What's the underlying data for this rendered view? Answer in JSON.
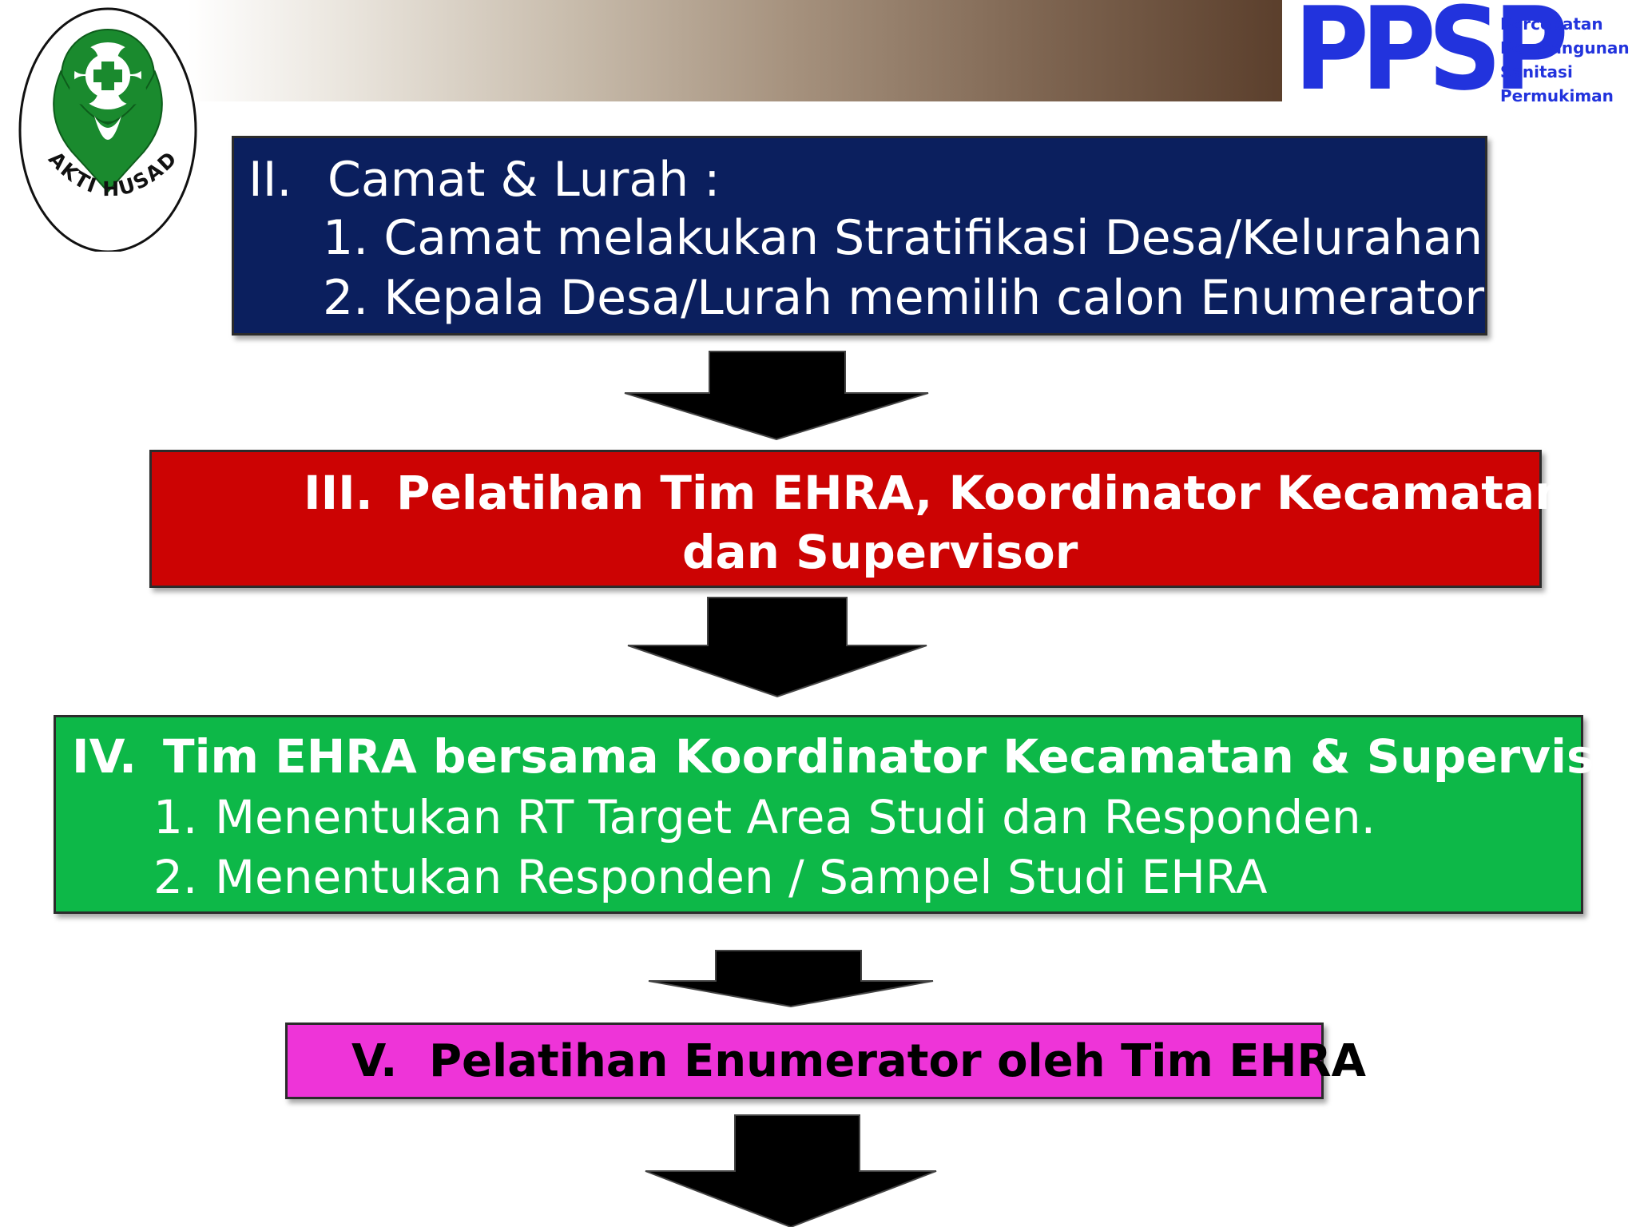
{
  "logos": {
    "left_text": "BAKTI HUSADA",
    "right_main": "PPSP",
    "right_lines": [
      "Percepatan",
      "Pembangunan",
      "Sanitasi",
      "Permukiman"
    ]
  },
  "steps": [
    {
      "numeral": "II.",
      "title": "Camat & Lurah :",
      "items": [
        "1. Camat melakukan Stratifikasi Desa/Kelurahan",
        "2. Kepala Desa/Lurah memilih calon Enumerator"
      ],
      "color": "#0b1f5e"
    },
    {
      "numeral": "III.",
      "title_line1": "Pelatihan Tim EHRA, Koordinator  Kecamatan",
      "title_line2": "dan Supervisor",
      "color": "#cc0303"
    },
    {
      "numeral": "IV.",
      "title": "Tim EHRA bersama Koordinator Kecamatan & Supervisor",
      "items": [
        {
          "num": "1.",
          "text": "Menentukan RT Target Area Studi dan Responden."
        },
        {
          "num": "2.",
          "text": "Menentukan  Responden / Sampel Studi EHRA"
        }
      ],
      "color": "#0db848"
    },
    {
      "numeral": "V.",
      "title": "Pelatihan Enumerator  oleh Tim EHRA",
      "color": "#ee34d8"
    }
  ],
  "colors": {
    "arrow": "#000000",
    "logo_green": "#1a8a2e",
    "ppsp_blue": "#2233dd"
  }
}
